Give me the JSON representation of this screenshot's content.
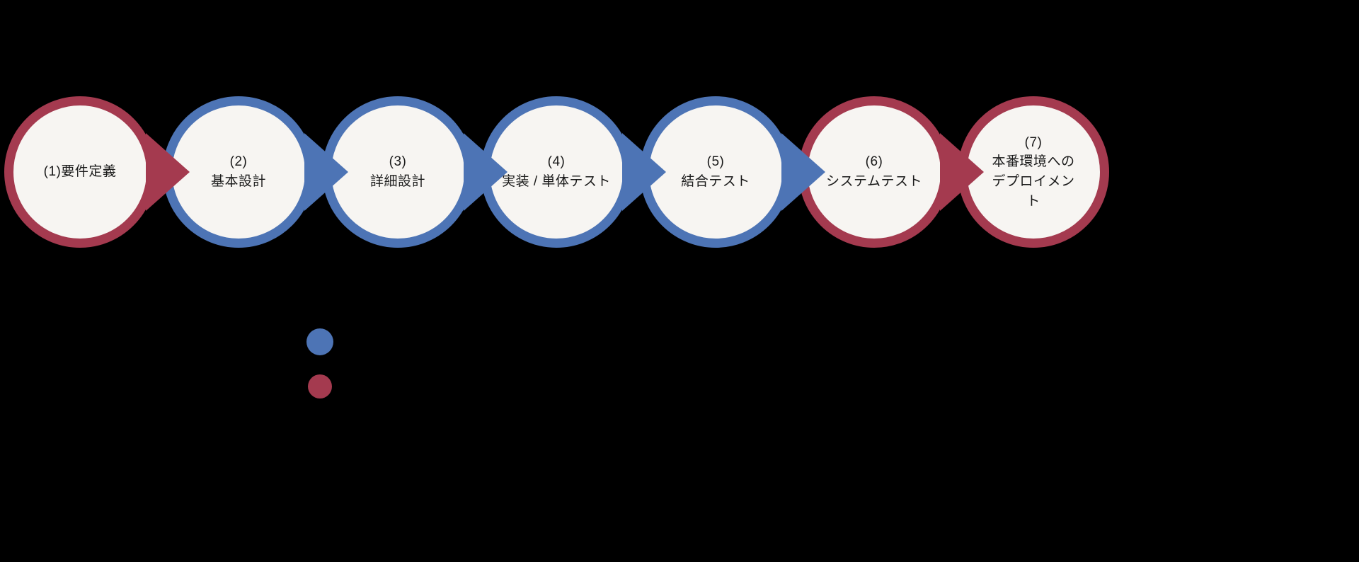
{
  "diagram": {
    "background_color": "#000000",
    "node_fill_color": "#F7F5F2",
    "text_color": "#1A1A1A",
    "palette": {
      "red": "#A43A4F",
      "blue": "#4D74B5"
    },
    "steps": [
      {
        "id": 1,
        "label": "(1)要件定義",
        "color": "red",
        "has_arrow": true
      },
      {
        "id": 2,
        "label": "(2)\n基本設計",
        "color": "blue",
        "has_arrow": true
      },
      {
        "id": 3,
        "label": "(3)\n詳細設計",
        "color": "blue",
        "has_arrow": true
      },
      {
        "id": 4,
        "label": "(4)\n実装 / 単体テスト",
        "color": "blue",
        "has_arrow": true
      },
      {
        "id": 5,
        "label": "(5)\n結合テスト",
        "color": "blue",
        "has_arrow": true
      },
      {
        "id": 6,
        "label": "(6)\nシステムテスト",
        "color": "red",
        "has_arrow": true
      },
      {
        "id": 7,
        "label": "(7)\n本番環境への\nデプロイメン\nト",
        "color": "red",
        "has_arrow": false
      }
    ],
    "legend": {
      "items": [
        {
          "dot_color": "blue"
        },
        {
          "dot_color": "red"
        }
      ]
    }
  }
}
